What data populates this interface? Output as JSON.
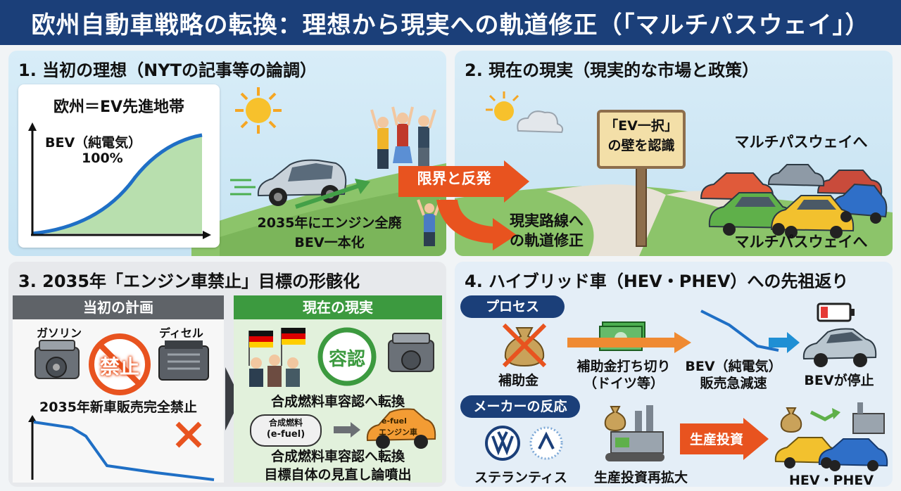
{
  "header": {
    "title": "欧州自動車戦略の転換：理想から現実への軌道修正（「マルチパスウェイ」）"
  },
  "panel1": {
    "title": "1. 当初の理想（NYTの記事等の論調）",
    "box_heading": "欧州＝EV先進地帯",
    "curve_label_1": "BEV（純電気）",
    "curve_label_2": "100%",
    "caption_1": "2035年にエンジン全廃",
    "caption_2": "BEV一本化"
  },
  "transition": {
    "arrow_label": "限界と反発",
    "sub_1": "現実路線へ",
    "sub_2": "の軌道修正"
  },
  "panel2": {
    "title": "2. 現在の現実（現実的な市場と政策）",
    "sign_1": "「EV一択」",
    "sign_2": "の壁を認識",
    "label_top": "マルチパスウェイへ",
    "label_bottom": "マルチパスウェイへ"
  },
  "panel3": {
    "title": "3. 2035年「エンジン車禁止」目標の形骸化",
    "left_header": "当初の計画",
    "right_header": "現在の現実",
    "gasoline": "ガソリン",
    "diesel": "ディセル",
    "ban_stamp": "禁止",
    "plan_caption": "2035年新車販売完全禁止",
    "approve_stamp": "容認",
    "approve_caption": "合成燃料車容認へ転換",
    "tank_1": "合成燃料",
    "tank_2": "(e-fuel)",
    "car_1": "e-fuel",
    "car_2": "エンジン車",
    "bottom_1": "合成燃料車容認へ転換",
    "bottom_2": "目標自体の見直し論噴出"
  },
  "panel4": {
    "title": "4. ハイブリッド車（HEV・PHEV）への先祖返り",
    "process_pill": "プロセス",
    "subsidy": "補助金",
    "cut_1": "補助金打ち切り",
    "cut_2": "（ドイツ等）",
    "bev_1": "BEV（純電気）",
    "bev_2": "販売急減速",
    "bev_stop": "BEVが停止",
    "maker_pill": "メーカーの反応",
    "stellantis": "ステランティス",
    "expand": "生産投資再拡大",
    "invest_arrow": "生産投資",
    "hev": "HEV・PHEV"
  },
  "colors": {
    "navy": "#1b3f79",
    "orange": "#e8531f",
    "green": "#3c9a3f",
    "blue": "#1f6fc5",
    "red": "#d8412c"
  }
}
